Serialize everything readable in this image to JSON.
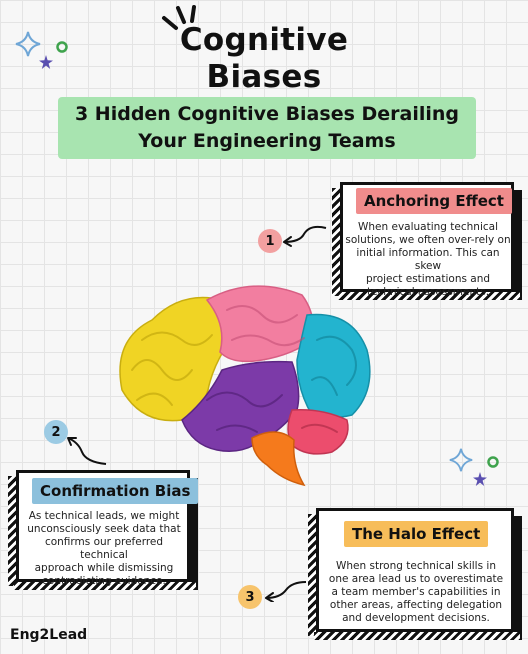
{
  "title_line1": "Cognitive",
  "title_line2": "Biases",
  "subtitle_line1": "3 Hidden Cognitive Biases Derailing",
  "subtitle_line2": "Your Engineering Teams",
  "cards": [
    {
      "number": "1",
      "title": "Anchoring Effect",
      "lines": [
        "When evaluating technical",
        "solutions, we often over-rely on",
        "initial information. This can skew",
        "project estimations and",
        "technical assessments."
      ],
      "tag_color": "#f08c8c",
      "badge_color": "#f2a0a0"
    },
    {
      "number": "2",
      "title": "Confirmation Bias",
      "lines": [
        "As technical leads, we might",
        "unconsciously seek data that",
        "confirms our preferred technical",
        "approach while dismissing",
        "contradicting evidence."
      ],
      "tag_color": "#8cc0dc",
      "badge_color": "#9ccbe4"
    },
    {
      "number": "3",
      "title": "The Halo Effect",
      "lines": [
        "When strong technical skills in",
        "one area lead us to overestimate",
        "a team member's capabilities in",
        "other areas, affecting delegation",
        "and development decisions."
      ],
      "tag_color": "#f7bd5a",
      "badge_color": "#f7c46c"
    }
  ],
  "brand": "Eng2Lead",
  "colors": {
    "subtitle_bg": "#a8e4b0",
    "brain_yellow": "#f0d424",
    "brain_pink": "#f27ea0",
    "brain_cyan": "#23b4cf",
    "brain_purple": "#7c3aa8",
    "brain_red": "#ec4d6d",
    "brain_orange": "#f57a1c",
    "sparkle_blue": "#6fa6d6",
    "sparkle_purple": "#5a4fb0",
    "circle_green": "#3fa34d"
  }
}
